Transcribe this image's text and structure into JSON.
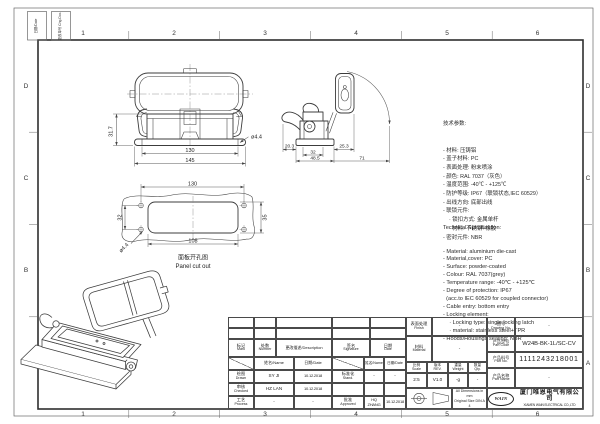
{
  "frame": {
    "zone_numbers": [
      "1",
      "2",
      "3",
      "4",
      "5",
      "6"
    ],
    "zone_letters": [
      "D",
      "C",
      "B",
      "A"
    ],
    "corner_box_1": "日期/Date",
    "corner_box_2": "更改单号 Chg.Doc.",
    "line_color": "#3c3c3c"
  },
  "tech_cn": {
    "title": "技术参数:",
    "lines": [
      "- 材料: 压铸铝",
      "- 盖子材料: PC",
      "- 表面处理: 粉末喷涂",
      "- 颜色: RAL 7037（灰色）",
      "- 温度范围: -40℃ - +125℃",
      "- 防护等级: IP67（联锁状态,IEC 60529）",
      "- 出线方向: 底部出线",
      "- 联锁元件:",
      "    · 锁扣方式: 金属单杆",
      "    · 材料: 不锈钢+橡胶",
      "- 密封元件: NBR"
    ]
  },
  "tech_en": {
    "title": "Technical Specification:",
    "lines": [
      "- Material: aluminium die-cast",
      "- Material,cover: PC",
      "- Surface: powder-coated",
      "- Colour: RAL 7037(grey)",
      "- Temperature range: -40℃ - +125℃",
      "- Degree of protection: IP67",
      "  (acc.to IEC 60529 for coupled connector)",
      "- Cable entry: bottom entry",
      "- Locking element:",
      "    · Locking type: single locking latch",
      "    · material: stainless steel+TPR",
      "- Hoods/Housings sealing: NBR"
    ]
  },
  "dims": {
    "front_height": "31.7",
    "front_hole": "ø4.4",
    "front_width_inner": "130",
    "front_width_outer": "145",
    "side_lever": "20.3",
    "side_neck": "32",
    "side_base": "48.5",
    "side_cover": "25.3",
    "side_total": "71",
    "panel_width_top": "130",
    "panel_height_left": "32",
    "panel_height_right": "35",
    "panel_width_bottom": "108",
    "panel_hole": "ø4.4",
    "panel_caption_cn": "面板开孔图",
    "panel_caption_en": "Panel cut out"
  },
  "titleblock": {
    "mark_cn": "标记",
    "mark_en": "Mark",
    "number_cn": "处数",
    "number_en": "Number",
    "description": "更改描述/Description",
    "signature_cn": "签名",
    "signature_en": "Signature",
    "date_cn": "日期",
    "date_en": "Date",
    "name_hdr": "姓名/Name",
    "date_hdr": "日期/Date",
    "drawn_cn": "绘图",
    "drawn_en": "Drawn",
    "drawn_name": "SY JI",
    "drawn_date": "10.12.2018",
    "stand_cn": "标准化",
    "stand_en": "Stand.",
    "stand_name": "-",
    "stand_date": "-",
    "checked_cn": "审核",
    "checked_en": "Checked",
    "checked_name": "HZ LAN",
    "checked_date": "10.12.2018",
    "process_cn": "工艺",
    "process_en": "Process",
    "process_name": "-",
    "process_date": "-",
    "approved_cn": "批准",
    "approved_en": "Approved",
    "approved_name": "HQ ZHANG",
    "approved_date": "10.12.2018",
    "finish_cn": "表面处理",
    "finish_en": "Finish",
    "finish_val": "-",
    "material_cn": "材料",
    "material_en": "Material",
    "material_val": "-",
    "scale_cn": "比例",
    "scale_en": "Scale",
    "scale_val": "2:5",
    "rev_cn": "版本",
    "rev_en": "REV.",
    "rev_val": "V1.0",
    "weight_cn": "重量",
    "weight_en": "Weight",
    "weight_val": "-g",
    "qty_cn": "数量",
    "qty_en": "Qty.",
    "qty_val": "-",
    "drawingno_cn": "图号",
    "drawingno_en": "Drawing No.",
    "drawingno_val": "-",
    "partcode_cn": "产品型号",
    "partcode_en": "Part Code",
    "partcode_val": "W24B-BK-1L/SC-CV",
    "partno_cn": "产品料号",
    "partno_en": "Part No.",
    "partno_val": "1111243218001",
    "partname_cn": "产品名称",
    "partname_en": "Part Name",
    "partname_val": "-",
    "note_line1": "All Dimensions in mm",
    "note_line2": "Original Size DIN A 4",
    "logo_text": "WAIN",
    "company_cn": "厦门唯恩电气有限公司",
    "company_en": "XIAMEN WAIN ELECTRICAL CO.,LTD"
  }
}
